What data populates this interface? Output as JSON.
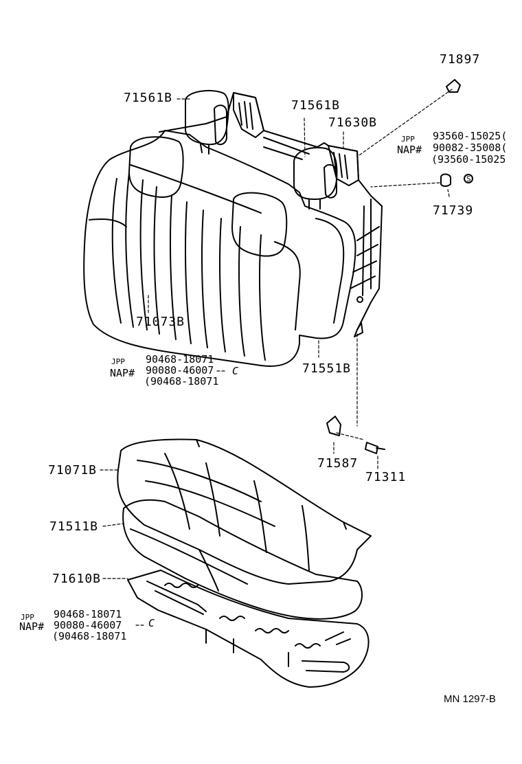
{
  "callouts": {
    "p71897": "71897",
    "p71561b_left": "71561B",
    "p71561b_right": "71561B",
    "p71630b": "71630B",
    "p71739": "71739",
    "p71073b": "71073B",
    "p71551b": "71551B",
    "p71587": "71587",
    "p71311": "71311",
    "p71071b": "71071B",
    "p71511b": "71511B",
    "p71610b": "71610B"
  },
  "note_right": {
    "jpp": "JPP",
    "nap": "NAP#",
    "line1": "93560-15025(",
    "line2": "90082-35008(",
    "line3": "(93560-15025",
    "symbol": "S"
  },
  "note_mid": {
    "jpp": "JPP",
    "nap": "NAP#",
    "line1": "90468-18071",
    "line2": "90080-46007",
    "line3": "(90468-18071",
    "symbol": "C"
  },
  "note_bottom": {
    "jpp": "JPP",
    "nap": "NAP#",
    "line1": "90468-18071",
    "line2": "90080-46007",
    "line3": "(90468-18071",
    "symbol": "C"
  },
  "reference": "MN 1297-B"
}
